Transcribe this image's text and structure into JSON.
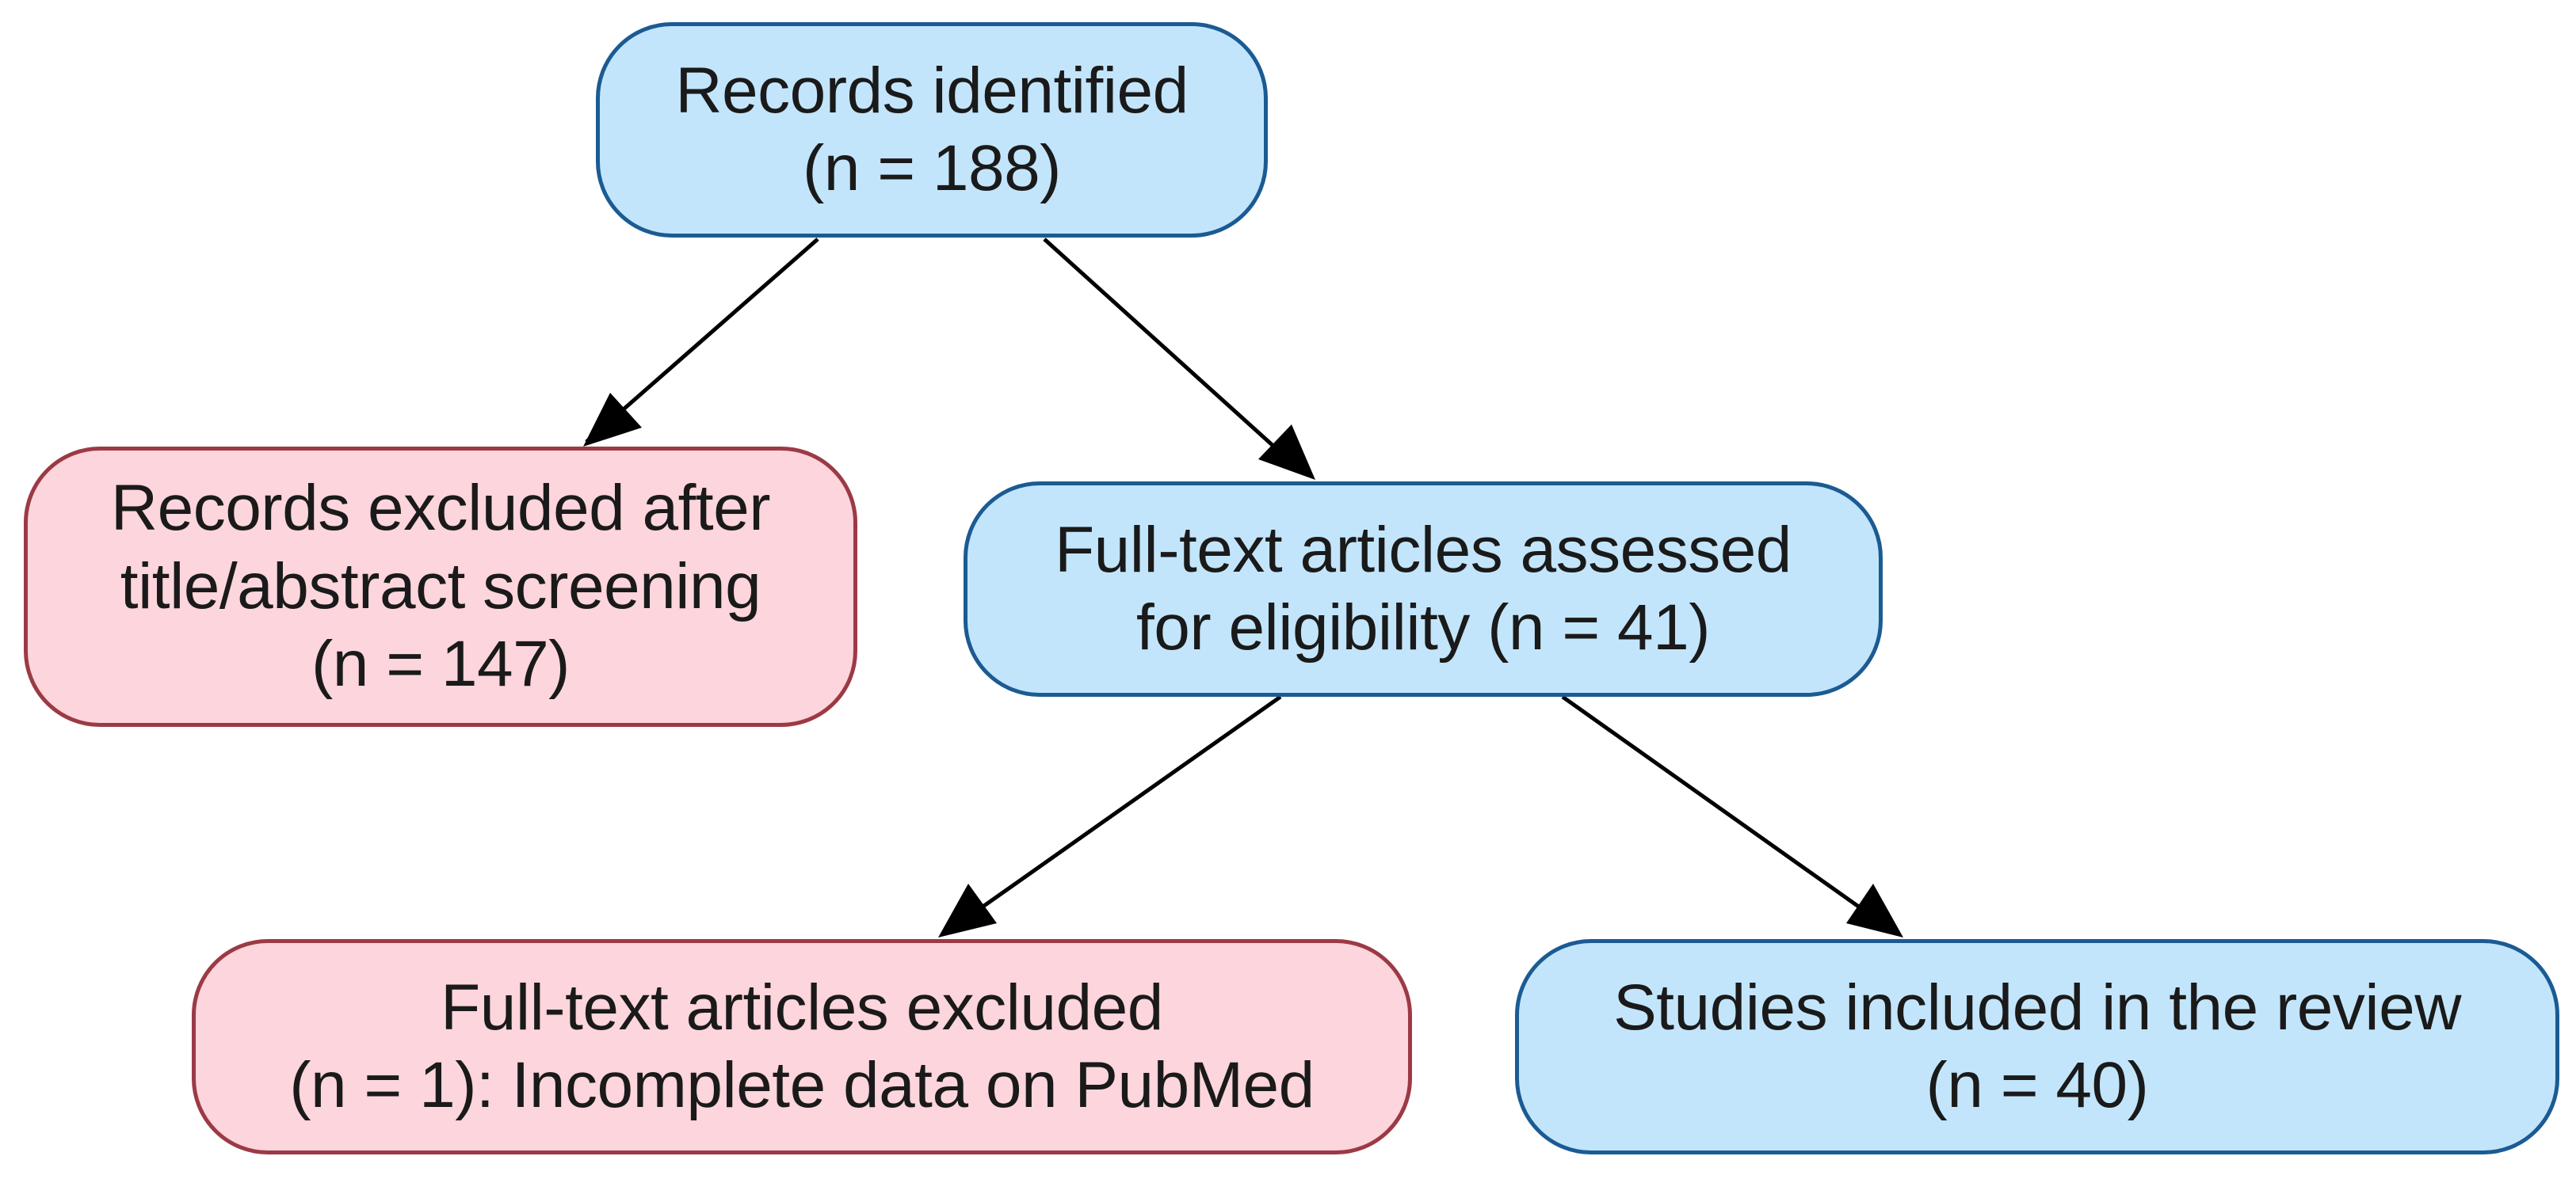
{
  "diagram": {
    "nodes": {
      "identified": {
        "lines": [
          "Records identified",
          "(n = 188)"
        ],
        "count": 188,
        "status": "included"
      },
      "excluded_screening": {
        "lines": [
          "Records excluded after",
          "title/abstract screening",
          "(n = 147)"
        ],
        "count": 147,
        "status": "excluded"
      },
      "assessed": {
        "lines": [
          "Full-text articles assessed",
          "for eligibility (n = 41)"
        ],
        "count": 41,
        "status": "included"
      },
      "excluded_fulltext": {
        "lines": [
          "Full-text articles excluded",
          "(n = 1): Incomplete data on PubMed"
        ],
        "count": 1,
        "status": "excluded"
      },
      "included": {
        "lines": [
          "Studies included in the review",
          "(n = 40)"
        ],
        "count": 40,
        "status": "included"
      }
    },
    "edges": [
      {
        "from": "identified",
        "to": "excluded_screening"
      },
      {
        "from": "identified",
        "to": "assessed"
      },
      {
        "from": "assessed",
        "to": "excluded_fulltext"
      },
      {
        "from": "assessed",
        "to": "included"
      }
    ],
    "colors": {
      "included_fill": "#c3e5fb",
      "included_border": "#1b5b93",
      "excluded_fill": "#fdd5dc",
      "excluded_border": "#9b3a45",
      "arrow": "#000000",
      "text": "#1a1a1a"
    }
  }
}
